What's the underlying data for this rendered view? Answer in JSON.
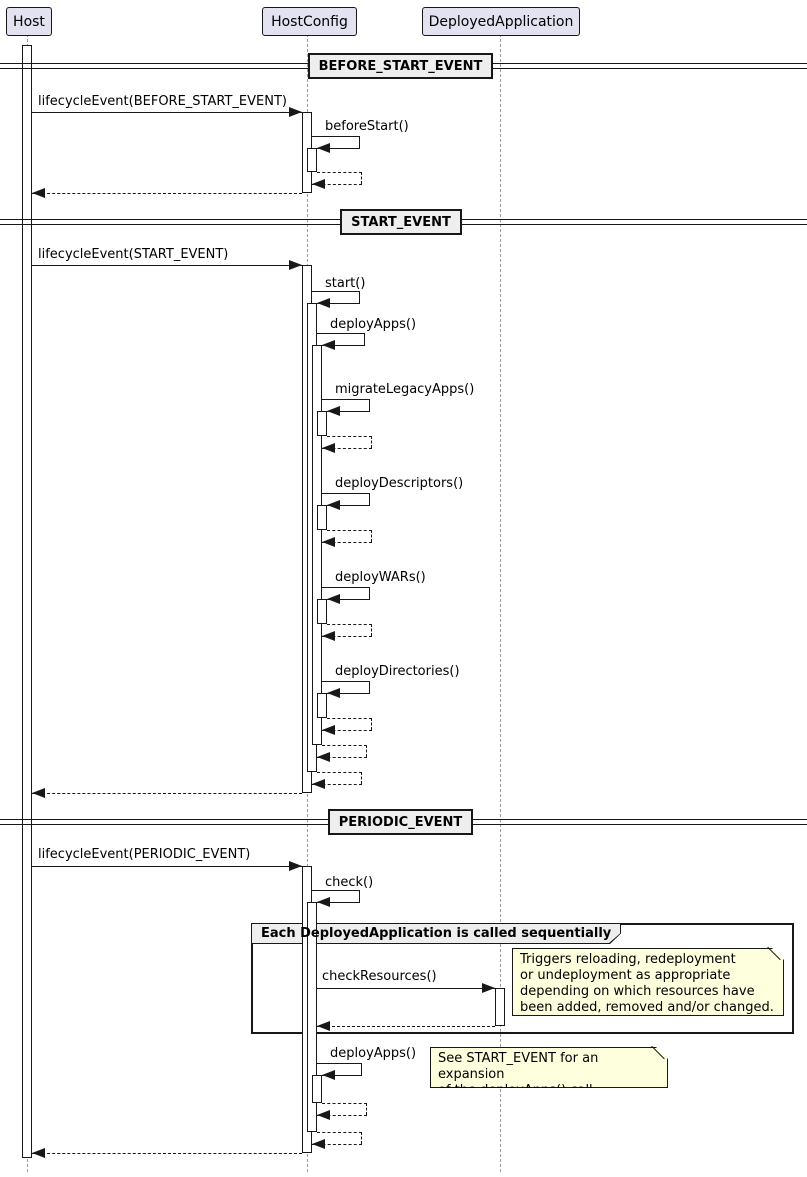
{
  "diagram": {
    "type": "uml-sequence-diagram",
    "participants": [
      {
        "name": "Host"
      },
      {
        "name": "HostConfig"
      },
      {
        "name": "DeployedApplication"
      }
    ],
    "dividers": [
      "BEFORE_START_EVENT",
      "START_EVENT",
      "PERIODIC_EVENT"
    ],
    "messages": {
      "lifecycle_before": "lifecycleEvent(BEFORE_START_EVENT)",
      "before_start": "beforeStart()",
      "lifecycle_start": "lifecycleEvent(START_EVENT)",
      "start_call": "start()",
      "deploy_apps": "deployApps()",
      "migrate_legacy": "migrateLegacyApps()",
      "deploy_descriptors": "deployDescriptors()",
      "deploy_wars": "deployWARs()",
      "deploy_directories": "deployDirectories()",
      "lifecycle_periodic": "lifecycleEvent(PERIODIC_EVENT)",
      "check_call": "check()",
      "check_resources": "checkResources()",
      "deploy_apps_periodic": "deployApps()"
    },
    "group": {
      "label": "Each DeployedApplication is called sequentially"
    },
    "notes": {
      "check_resources_note": "Triggers reloading, redeployment\nor undeployment as appropriate\ndepending on which resources have\nbeen added, removed and/or changed.",
      "deploy_apps_note": "See START_EVENT for an expansion\nof the deployApps() call."
    }
  },
  "colors": {
    "participant_fill": "#e2e2f0",
    "divider_fill": "#eeeeee",
    "group_header_fill": "#eeeeee",
    "note_fill": "#feffdd",
    "line": "#181818",
    "lifeline": "#a0a0a0",
    "background": "#ffffff"
  }
}
